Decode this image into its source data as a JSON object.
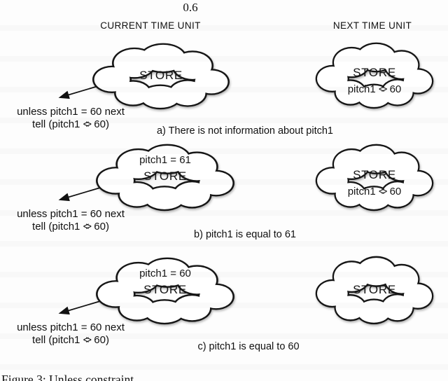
{
  "header": {
    "page_number": "0.6",
    "current_col": "CURRENT TIME UNIT",
    "next_col": "NEXT TIME UNIT"
  },
  "rows": [
    {
      "label": "a",
      "caption": "a) There is not information about pitch1",
      "left_cloud": {
        "title": "STORE"
      },
      "right_cloud": {
        "title": "STORE",
        "constraint": {
          "pre": "pitch1 ",
          "op": "<>",
          "post": " 60"
        }
      },
      "annotation": {
        "line1": "unless pitch1 = 60 next",
        "tell": {
          "pre": "tell (pitch1 ",
          "op": "<>",
          "post": " 60)"
        }
      }
    },
    {
      "label": "b",
      "caption": "b) pitch1 is equal to 61",
      "left_cloud": {
        "value_line": "pitch1 = 61",
        "title": "STORE"
      },
      "right_cloud": {
        "title": "STORE",
        "constraint": {
          "pre": "pitch1 ",
          "op": "<>",
          "post": " 60"
        }
      },
      "annotation": {
        "line1": "unless pitch1 = 60 next",
        "tell": {
          "pre": "tell (pitch1 ",
          "op": "<>",
          "post": " 60)"
        }
      }
    },
    {
      "label": "c",
      "caption": "c) pitch1 is equal to 60",
      "left_cloud": {
        "value_line": "pitch1 = 60",
        "title": "STORE"
      },
      "right_cloud": {
        "title": "STORE"
      },
      "annotation": {
        "line1": "unless pitch1 = 60 next",
        "tell": {
          "pre": "tell (pitch1 ",
          "op": "<>",
          "post": " 60)"
        }
      }
    }
  ],
  "figure_caption": "Figure 3: Unless constraint"
}
